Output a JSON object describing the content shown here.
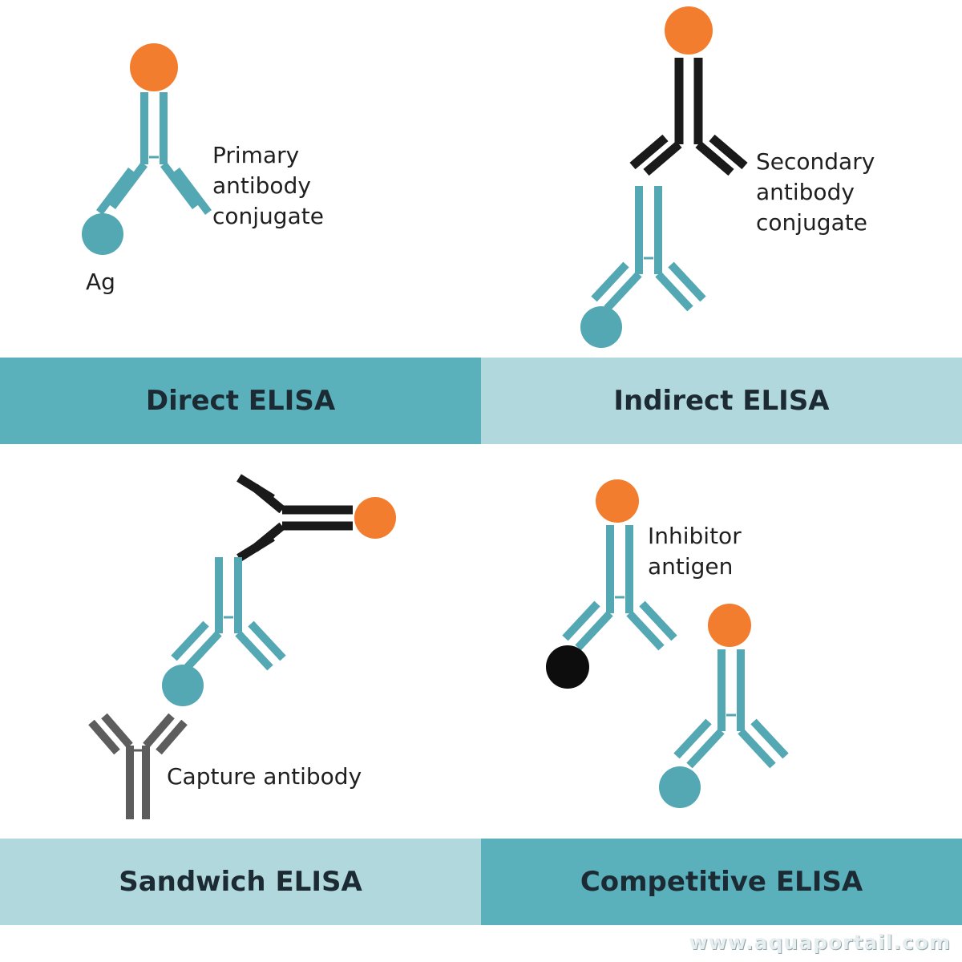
{
  "colors": {
    "teal": "#54a8b3",
    "orange": "#f27d2e",
    "black": "#1a1a1a",
    "gray": "#5d5d5d",
    "band_dark": "#5ab1bc",
    "band_light": "#b0d8dd"
  },
  "panels": {
    "direct": {
      "title": "Direct ELISA",
      "label_lines": [
        "Primary",
        "antibody",
        "conjugate"
      ],
      "antigen_label": "Ag"
    },
    "indirect": {
      "title": "Indirect ELISA",
      "label_lines": [
        "Secondary",
        "antibody",
        "conjugate"
      ]
    },
    "sandwich": {
      "title": "Sandwich ELISA",
      "capture_label": "Capture antibody"
    },
    "competitive": {
      "title": "Competitive ELISA",
      "label_lines": [
        "Inhibitor",
        "antigen"
      ]
    }
  },
  "watermark": "www.aquaportail.com"
}
